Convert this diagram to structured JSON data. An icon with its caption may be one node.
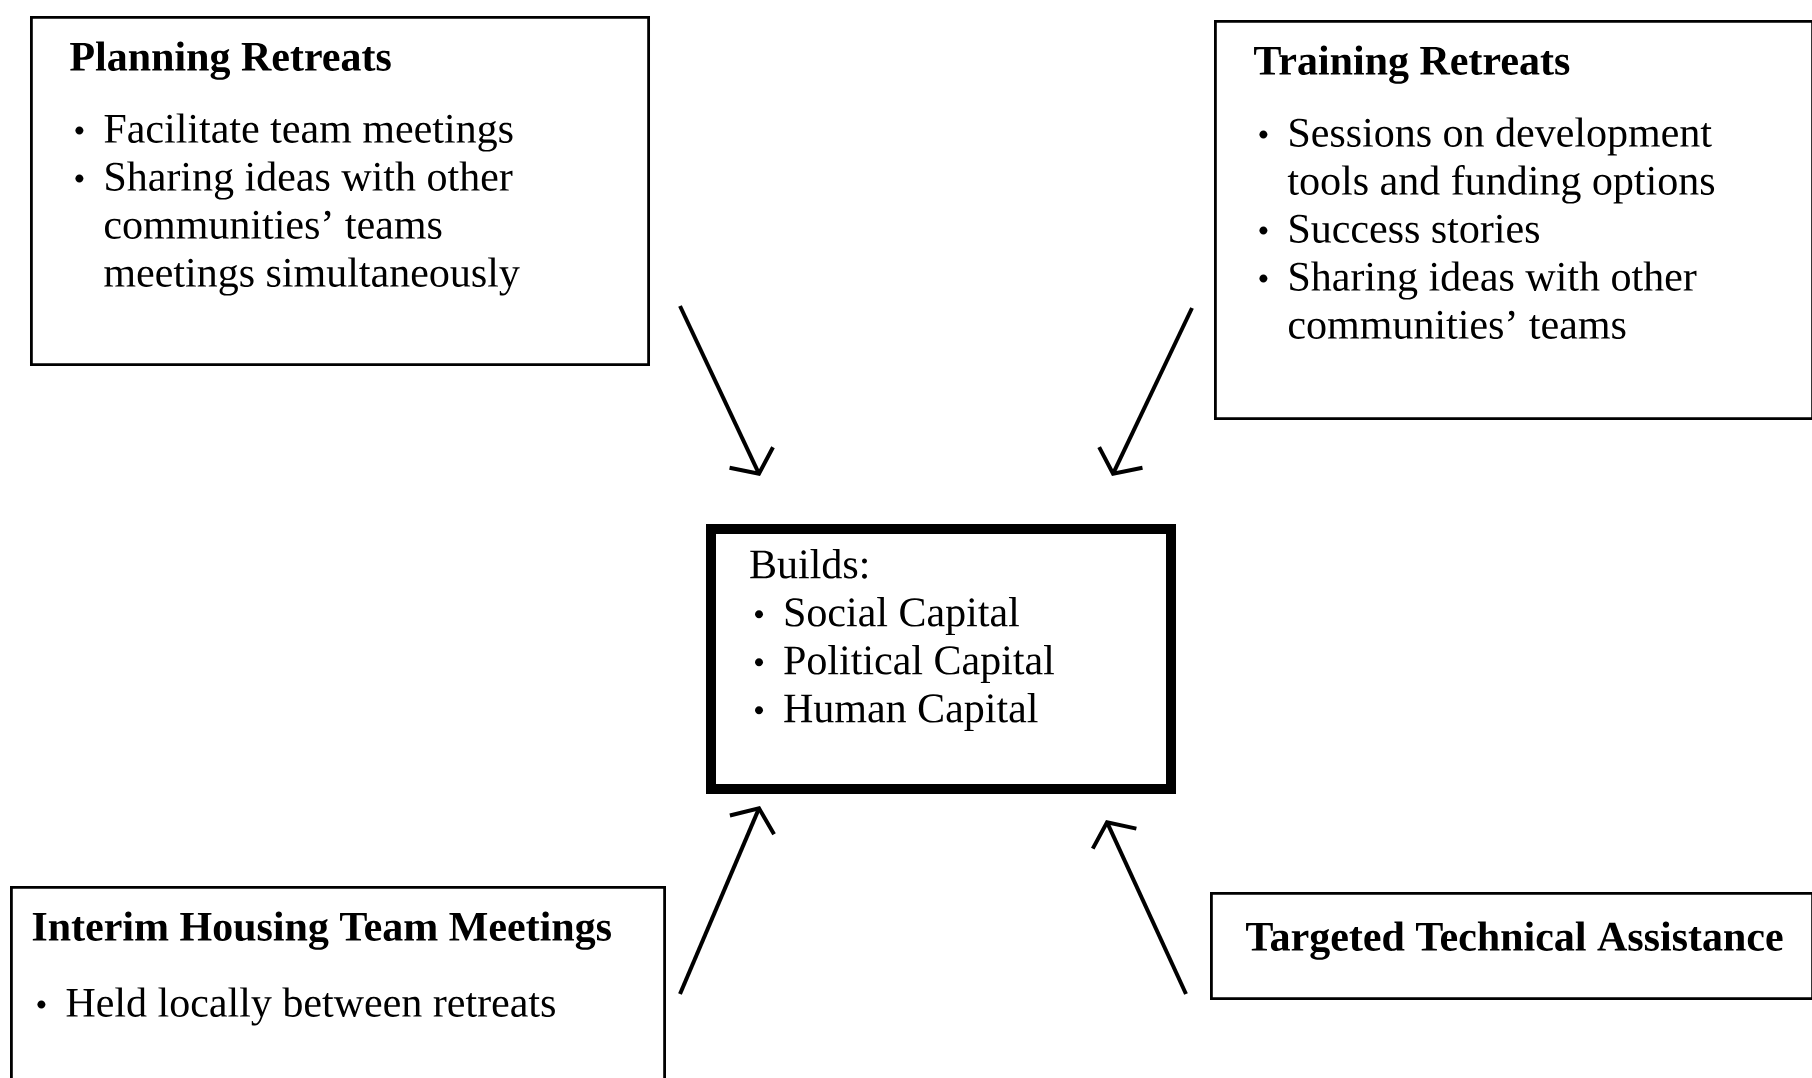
{
  "diagram": {
    "nodes": [
      {
        "text": [
          "Planning Retreats",
          "Facilitate team meetings",
          "Sharing ideas with other communities’ teams meetings simultaneously"
        ]
      },
      {
        "text": [
          "Training Retreats",
          "Sessions on development tools and funding options",
          "Success stories",
          "Sharing ideas with other communities’ teams"
        ]
      },
      {
        "text": [
          "Builds:",
          "Social Capital",
          "Political Capital",
          "Human Capital"
        ]
      },
      {
        "text": [
          "Interim Housing Team Meetings",
          "Held locally between retreats"
        ]
      },
      {
        "text": [
          "Targeted Technical Assistance"
        ]
      }
    ],
    "edges": [
      {
        "from": 0,
        "to": 2,
        "arrow": "to"
      },
      {
        "from": 1,
        "to": 2,
        "arrow": "to"
      },
      {
        "from": 3,
        "to": 2,
        "arrow": "to"
      },
      {
        "from": 4,
        "to": 2,
        "arrow": "to"
      }
    ]
  }
}
